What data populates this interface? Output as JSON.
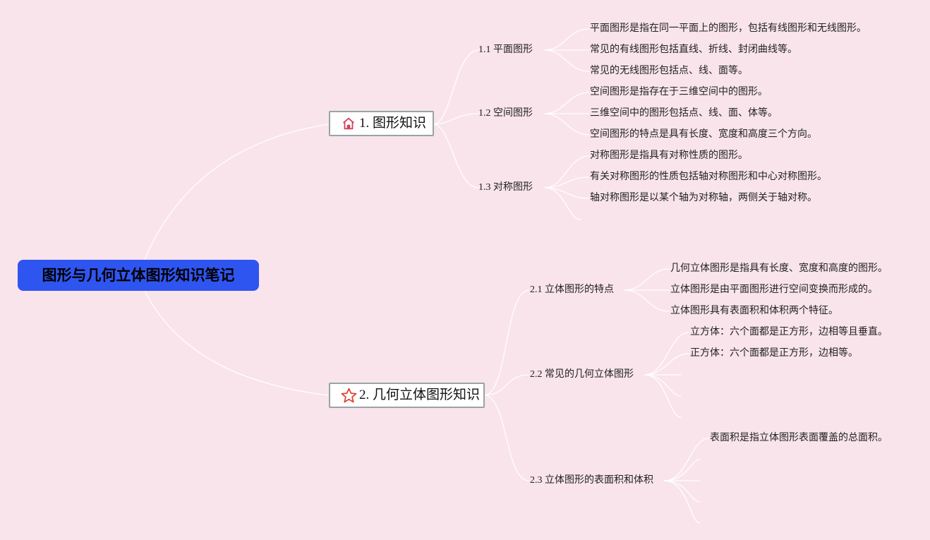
{
  "root": {
    "title": "图形与几何立体图形知识笔记"
  },
  "branches": [
    {
      "label": "1. 图形知识",
      "icon": "home-icon",
      "icon_color": "#d1425d",
      "children": [
        {
          "label": "1.1 平面图形",
          "items": [
            "平面图形是指在同一平面上的图形，包括有线图形和无线图形。",
            "常见的有线图形包括直线、折线、封闭曲线等。",
            "常见的无线图形包括点、线、面等。"
          ]
        },
        {
          "label": "1.2 空间图形",
          "items": [
            "空间图形是指存在于三维空间中的图形。",
            "三维空间中的图形包括点、线、面、体等。",
            "空间图形的特点是具有长度、宽度和高度三个方向。"
          ]
        },
        {
          "label": "1.3 对称图形",
          "items": [
            "对称图形是指具有对称性质的图形。",
            "有关对称图形的性质包括轴对称图形和中心对称图形。",
            "轴对称图形是以某个轴为对称轴，两侧关于轴对称。"
          ]
        }
      ]
    },
    {
      "label": "2. 几何立体图形知识",
      "icon": "star-icon",
      "icon_color": "#e0442c",
      "children": [
        {
          "label": "2.1 立体图形的特点",
          "items": [
            "几何立体图形是指具有长度、宽度和高度的图形。",
            "立体图形是由平面图形进行空间变换而形成的。",
            "立体图形具有表面积和体积两个特征。"
          ]
        },
        {
          "label": "2.2 常见的几何立体图形",
          "items": [
            "立方体：六个面都是正方形，边相等且垂直。",
            "正方体：六个面都是正方形，边相等。"
          ]
        },
        {
          "label": "2.3 立体图形的表面积和体积",
          "items": [
            "表面积是指立体图形表面覆盖的总面积。"
          ]
        }
      ]
    }
  ]
}
